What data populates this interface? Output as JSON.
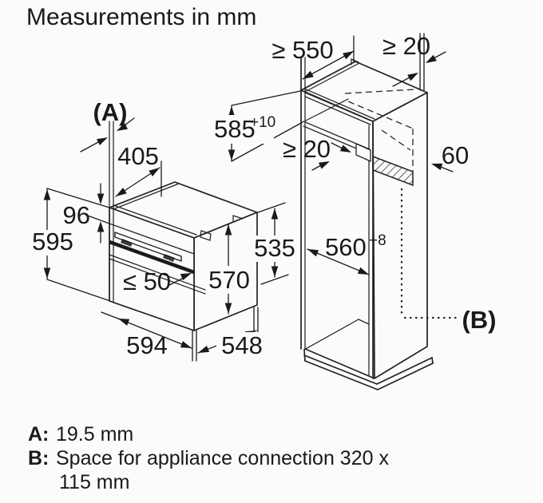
{
  "title": "Measurements in mm",
  "colors": {
    "line": "#222222",
    "background": "#fbfbfb",
    "text": "#1a1a1a"
  },
  "diagram": {
    "oven": {
      "callout_a": "(A)",
      "top_setback": "405",
      "panel_height": "96",
      "height": "595",
      "door_gap_max": "≤ 50",
      "body_height": "570",
      "width": "594",
      "depth": "548"
    },
    "cabinet": {
      "depth_min": "≥ 550",
      "rear_gap_top": "≥ 20",
      "niche_height": "585",
      "niche_height_tol": "+10",
      "shelf_gap": "≥ 20",
      "side_wall_width": "60",
      "clearance_height": "535",
      "niche_width": "560",
      "niche_width_tol": "+8",
      "callout_b": "(B)"
    }
  },
  "legend": {
    "a_key": "A:",
    "a_value": "19.5 mm",
    "b_key": "B:",
    "b_value": "Space for appliance connection 320 x",
    "b_value_cont": "115 mm"
  }
}
